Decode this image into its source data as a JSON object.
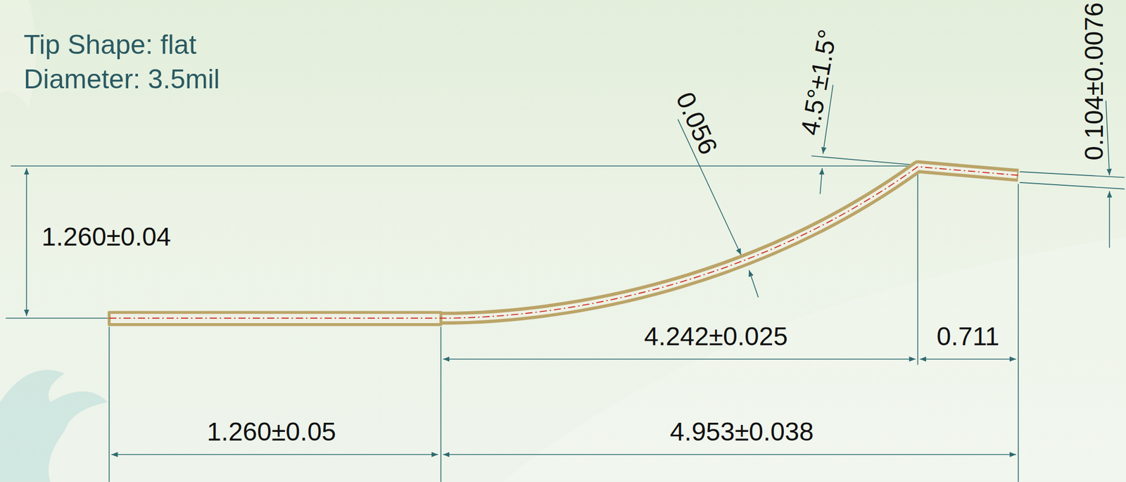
{
  "diagram": {
    "labels": [
      "Tip Shape: flat",
      "Diameter: 3.5mil",
      "1.260±0.04",
      "0.056",
      "4.5°±1.5°",
      "0.104±0.0076",
      "4.242±0.025",
      "0.711",
      "1.260±0.05",
      "4.953±0.038"
    ]
  }
}
